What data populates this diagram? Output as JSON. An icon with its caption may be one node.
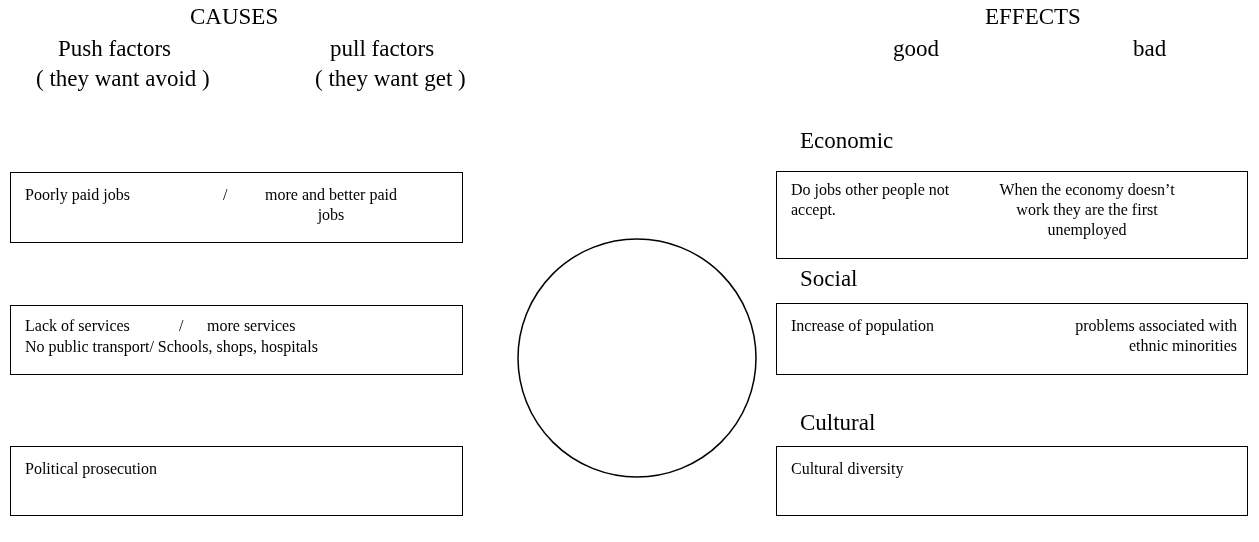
{
  "diagram": {
    "nodes": [
      {
        "text": [
          "Poorly paid jobs",
          "/",
          "more and better paid jobs"
        ]
      },
      {
        "text": [
          "Lack of services",
          "/",
          "more services",
          "No public transport/ Schools, shops, hospitals"
        ]
      },
      {
        "text": [
          "Political prosecution"
        ]
      },
      {
        "text": [],
        "shape": "circle"
      },
      {
        "text": [
          "Do jobs other people not accept.",
          "When the economy doesn’t work they are the first unemployed"
        ]
      },
      {
        "text": [
          "Increase of population",
          "problems associated with ethnic minorities"
        ]
      },
      {
        "text": [
          "Cultural diversity"
        ]
      }
    ],
    "labels": [
      "CAUSES",
      "EFFECTS",
      "Push factors",
      "pull factors",
      "good",
      "bad",
      "( they want avoid )",
      "( they want get )",
      "Economic",
      "Social",
      "Cultural"
    ]
  }
}
